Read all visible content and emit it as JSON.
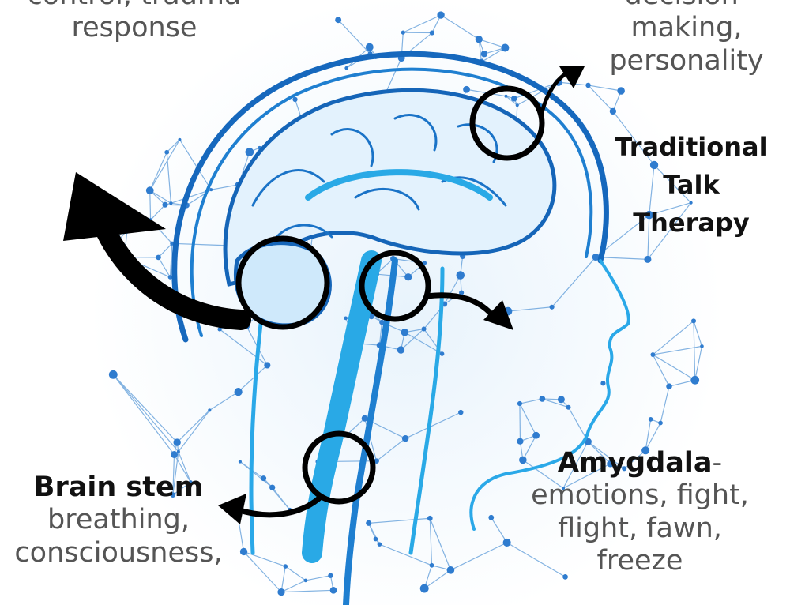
{
  "labels": {
    "top_left_line1": "control, trauma",
    "top_left_line2": "response",
    "top_right_line1": "decision-",
    "top_right_line2": "making,",
    "top_right_line3": "personality",
    "therapy_line1": "Traditional",
    "therapy_line2": "Talk",
    "therapy_line3": "Therapy",
    "brainstem_title": "Brain stem",
    "brainstem_line1": "breathing,",
    "brainstem_line2": "consciousness,",
    "amygdala_title": "Amygdala",
    "amygdala_dash": "-",
    "amygdala_line1": "emotions, fight,",
    "amygdala_line2": "flight, fawn,",
    "amygdala_line3": "freeze"
  },
  "colors": {
    "network": "#4f8fd6",
    "brain_dark": "#1565b8",
    "brain_light": "#29a9e6",
    "annotation": "#000000",
    "text_gray": "#555555"
  }
}
